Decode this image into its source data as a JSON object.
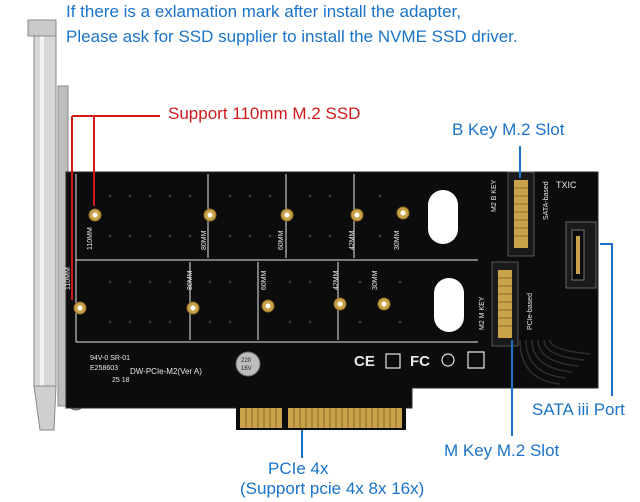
{
  "header": {
    "line1": "If there is a exlamation mark after install the adapter,",
    "line2": "Please ask for SSD supplier to install the NVME SSD driver."
  },
  "callouts": {
    "support_110": "Support 110mm M.2 SSD",
    "b_key_slot": "B Key M.2 Slot",
    "sata_port": "SATA iii Port",
    "m_key_slot": "M Key M.2 Slot",
    "pcie_line1": "PCIe 4x",
    "pcie_line2": "(Support pcie 4x 8x 16x)"
  },
  "board": {
    "top_row_labels": [
      "110MM",
      "80MM",
      "60MM",
      "42MM",
      "30MM"
    ],
    "bottom_row_labels": [
      "110MM",
      "80MM",
      "60MM",
      "42MM",
      "30MM"
    ],
    "b_key_label": "M2 B KEY",
    "m_key_label": "M2 M KEY",
    "sata_based": "SATA-based",
    "pcie_based": "PCIe-based",
    "brand": "TXIC",
    "model": "DW-PCIe-M2(Ver A)",
    "rating": "94V-0 SR-01",
    "ul_code": "E258603",
    "date": "25 18",
    "cap_value": "220",
    "cap_volt": "16V",
    "cert_marks": [
      "CE",
      "FC"
    ]
  },
  "colors": {
    "callout_blue": "#1a73c8",
    "callout_red": "#d01a1a",
    "pcb": "#0c0c0c",
    "gold": "#c9a24a"
  }
}
